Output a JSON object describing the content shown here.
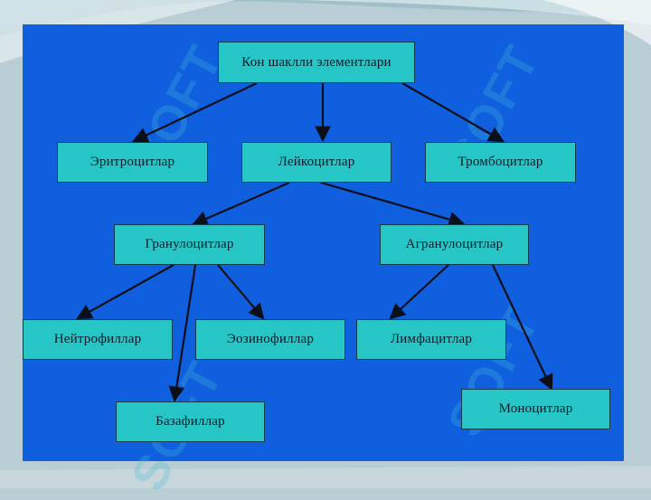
{
  "slide": {
    "background": "#b9cdd4",
    "panel_color": "#0f5fde",
    "node_color": "#26c6c6"
  },
  "watermark": {
    "text": "SOFT"
  },
  "diagram": {
    "root": "Кон шаклли элементлари",
    "erythrocytes": "Эритроцитлар",
    "leukocytes": "Лейкоцитлар",
    "thrombocytes": "Тромбоцитлар",
    "granulocytes": "Гранулоцитлар",
    "agranulocytes": "Агранулоцитлар",
    "neutrophils": "Нейтрофиллар",
    "eosinophils": "Эозинофиллар",
    "basophils": "Базафиллар",
    "lymphocytes": "Лимфацитлар",
    "monocytes": "Моноцитлар"
  }
}
